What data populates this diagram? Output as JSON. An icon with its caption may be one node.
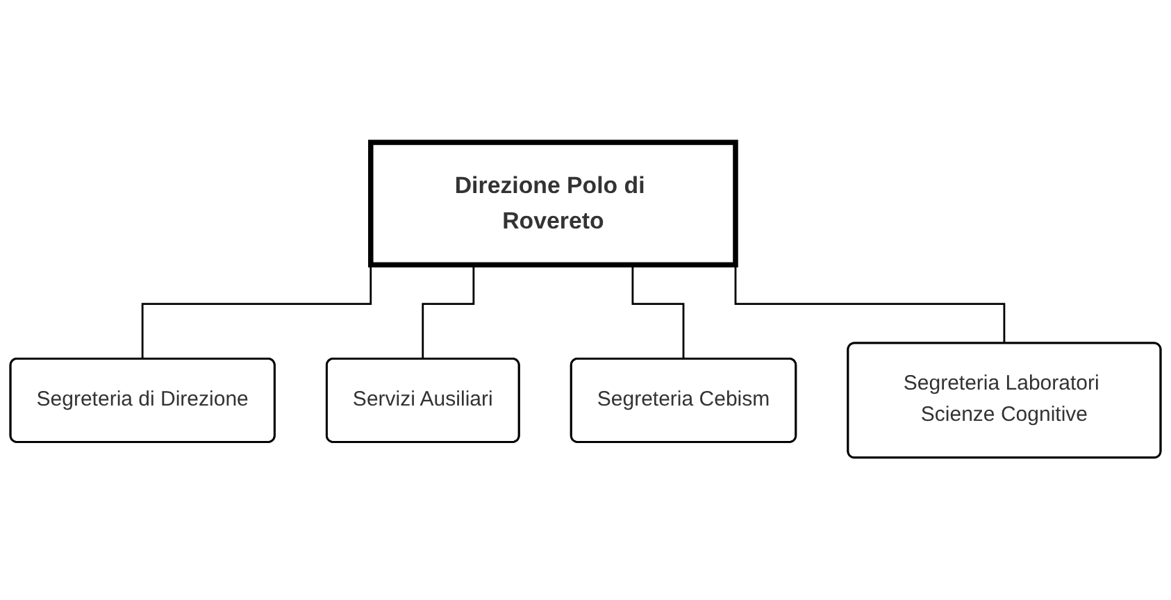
{
  "diagram": {
    "nodes": [
      {
        "text": [
          "Direzione Polo di Rovereto"
        ]
      },
      {
        "text": [
          "Segreteria di Direzione"
        ]
      },
      {
        "text": [
          "Servizi Ausiliari"
        ]
      },
      {
        "text": [
          "Segreteria Cebism"
        ]
      },
      {
        "text": [
          "Segreteria Laboratori Scienze Cognitive"
        ]
      }
    ],
    "edges": [
      {
        "from": 0,
        "to": 1,
        "arrow": "none"
      },
      {
        "from": 0,
        "to": 2,
        "arrow": "none"
      },
      {
        "from": 0,
        "to": 3,
        "arrow": "none"
      },
      {
        "from": 0,
        "to": 4,
        "arrow": "none"
      }
    ]
  }
}
